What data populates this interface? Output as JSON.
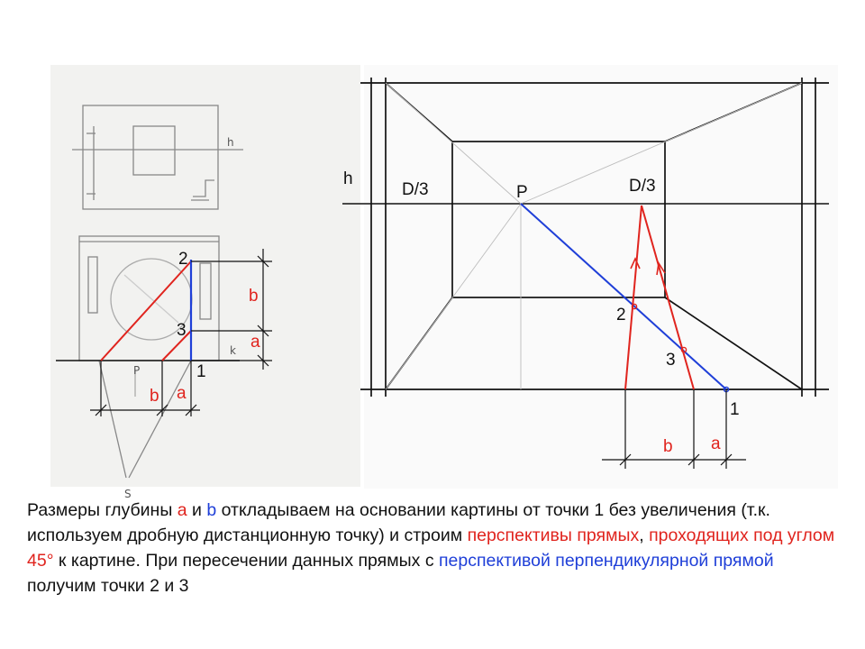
{
  "left_drawing": {
    "labels": {
      "h_mark": "h",
      "p_mark": "P",
      "k_mark": "k",
      "s_mark": "S",
      "point_2": "2",
      "point_3": "3",
      "point_1": "1",
      "dim_b_vertical": "b",
      "dim_a_vertical": "a",
      "dim_b_base": "b",
      "dim_a_base": "a"
    }
  },
  "right_drawing": {
    "labels": {
      "h": "h",
      "d3_left": "D/3",
      "p": "P",
      "d3_right": "D/3",
      "point_2": "2",
      "point_3": "3",
      "point_1": "1",
      "dim_b": "b",
      "dim_a": "a"
    }
  },
  "colors": {
    "red": "#e0241e",
    "blue": "#1f3fd8",
    "ink": "#111111"
  },
  "caption": {
    "p1": "Размеры глубины ",
    "a": "a",
    "p2": " и ",
    "b": "b",
    "p3": " откладываем на основании картины от точки 1 без увеличения (т.к. используем дробную дистанционную точку) и строим ",
    "red1": "перспективы прямых",
    "p4": ", ",
    "red2": "проходящих под углом 45°",
    "p5": " к картине. При пересечении данных прямых с ",
    "blue1": "перспективой перпендикулярной прямой",
    "p6": " получим точки 2 и 3"
  }
}
